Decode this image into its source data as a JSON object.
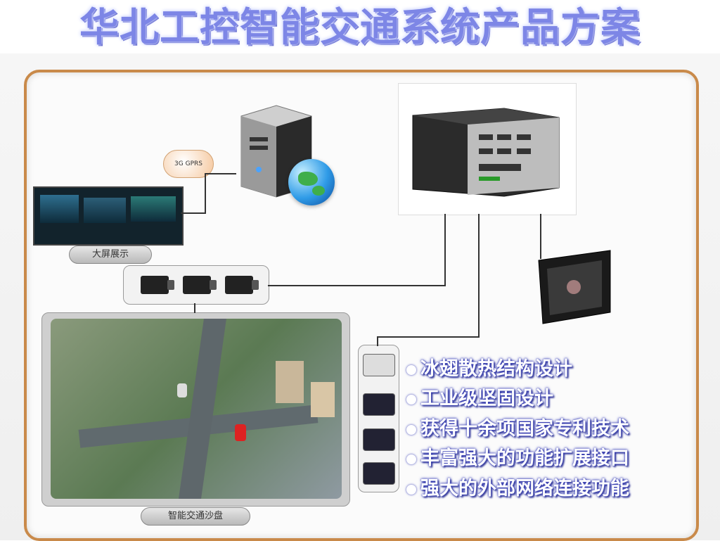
{
  "title": "华北工控智能交通系统产品方案",
  "labels": {
    "big_screen": "大屏展示",
    "sand_table": "智能交通沙盘",
    "cloud": "3G GPRS"
  },
  "features": [
    "冰翅散热结构设计",
    "工业级坚固设计",
    "获得十余项国家专利技术",
    "丰富强大的功能扩展接口",
    "强大的外部网络连接功能"
  ]
}
